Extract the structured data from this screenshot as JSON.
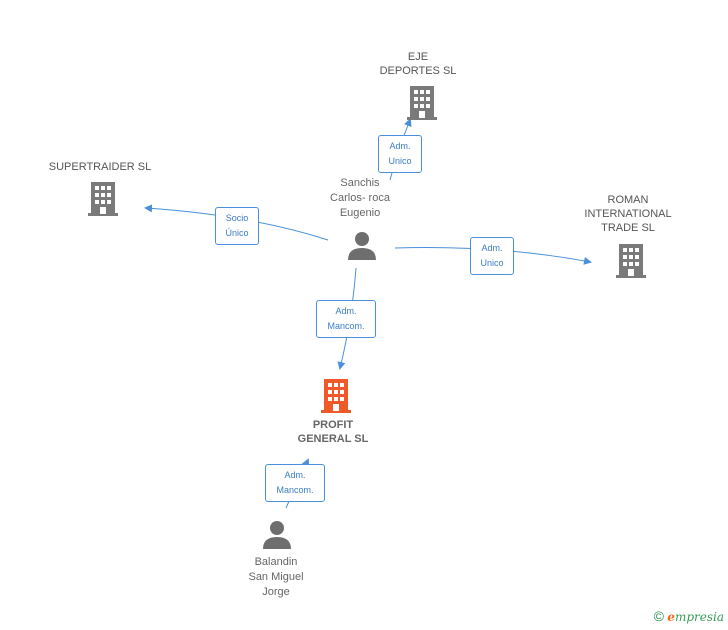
{
  "nodes": {
    "eje": {
      "label": "EJE\nDEPORTES SL",
      "type": "company"
    },
    "supertraider": {
      "label": "SUPERTRAIDER SL",
      "type": "company"
    },
    "roman": {
      "label": "ROMAN\nINTERNATIONAL\nTRADE SL",
      "type": "company"
    },
    "profit": {
      "label": "PROFIT\nGENERAL SL",
      "type": "company-focus"
    },
    "sanchis": {
      "label": "Sanchis\nCarlos- roca\nEugenio",
      "type": "person"
    },
    "balandin": {
      "label": "Balandin\nSan Miguel\nJorge",
      "type": "person"
    }
  },
  "edges": {
    "sanchis_eje": "Adm.\nUnico",
    "sanchis_supertraider": "Socio\nÚnico",
    "sanchis_roman": "Adm.\nUnico",
    "sanchis_profit": "Adm.\nMancom.",
    "balandin_profit": "Adm.\nMancom."
  },
  "colors": {
    "edge": "#4a90d9",
    "company_icon": "#7a7a7a",
    "focus_icon": "#f05a28",
    "person_icon": "#6e6e6e"
  },
  "footer": {
    "copyright": "©",
    "brand_initial": "e",
    "brand_rest": "mpresia"
  }
}
